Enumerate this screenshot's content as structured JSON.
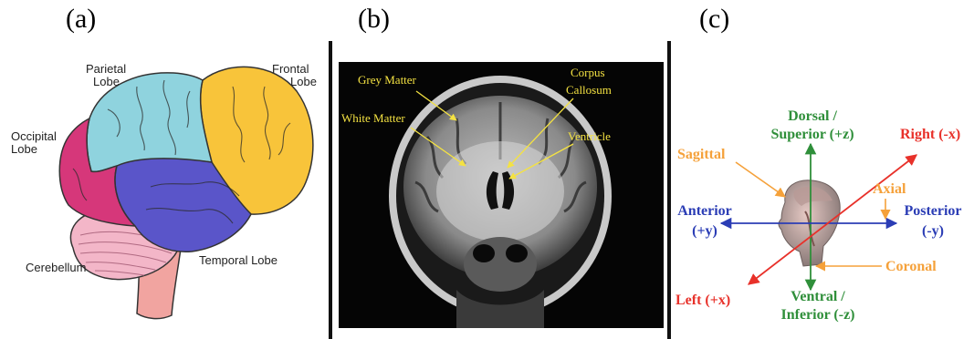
{
  "panels": {
    "a": {
      "label": "(a)",
      "lobes": {
        "parietal": [
          "Parietal",
          "Lobe"
        ],
        "frontal": [
          "Frontal",
          "Lobe"
        ],
        "occipital": [
          "Occipital",
          "Lobe"
        ],
        "cerebellum": "Cerebellum",
        "temporal": "Temporal Lobe"
      },
      "colors": {
        "frontal": "#f8c43a",
        "parietal": "#8fd3de",
        "occipital": "#d6377a",
        "temporal": "#5a55c9",
        "cerebellum": "#f3b6c8",
        "stem": "#f1a4a0"
      }
    },
    "b": {
      "label": "(b)",
      "labels": {
        "grey_matter": "Grey Matter",
        "white_matter": "White Matter",
        "corpus": [
          "Corpus",
          "Callosum"
        ],
        "ventricle": "Ventricle"
      },
      "colors": {
        "label": "#f4e242",
        "background": "#050505"
      }
    },
    "c": {
      "label": "(c)",
      "axes": {
        "dorsal": [
          "Dorsal /",
          "Superior (+z)"
        ],
        "ventral": [
          "Ventral /",
          "Inferior (-z)"
        ],
        "right": "Right (-x)",
        "left": "Left (+x)",
        "anterior": [
          "Anterior",
          "(+y)"
        ],
        "posterior": [
          "Posterior",
          "(-y)"
        ],
        "sagittal": "Sagittal",
        "axial": "Axial",
        "coronal": "Coronal"
      },
      "colors": {
        "z_axis": "#2f8f3a",
        "x_axis": "#e8312a",
        "y_axis": "#2b3db5",
        "plane": "#f5a13a"
      }
    }
  }
}
